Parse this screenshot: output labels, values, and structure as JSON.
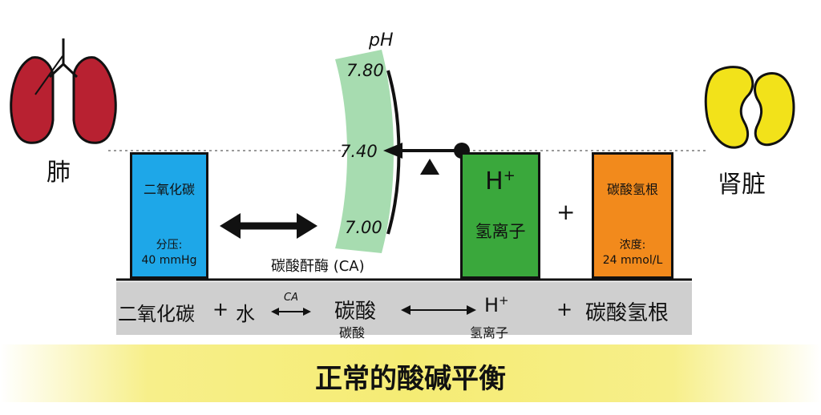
{
  "organs": {
    "lung_label": "肺",
    "kidney_label": "肾脏",
    "lung_color": "#b82131",
    "kidney_color": "#f2e21a"
  },
  "ph_scale": {
    "title": "pH",
    "ticks": [
      "7.80",
      "7.40",
      "7.00"
    ],
    "band_color": "#a7dcb0"
  },
  "boxes": {
    "co2": {
      "title": "二氧化碳",
      "sub1": "分压:",
      "sub2": "40 mmHg",
      "color": "#1ea7e8"
    },
    "hydrogen": {
      "title": "H",
      "sup": "+",
      "sub1": "氢离子",
      "color": "#3aa83c"
    },
    "bicarb": {
      "title": "碳酸氢根",
      "sub1": "浓度:",
      "sub2": "24 mmol/L",
      "color": "#f28a1c"
    }
  },
  "plus_sign": "+",
  "enzyme_label": "碳酸酐酶 (CA)",
  "equation": {
    "co2": "二氧化碳",
    "plus1": "+",
    "water": "水",
    "ca": "CA",
    "carbonic": "碳酸",
    "carbonic_sub": "碳酸",
    "h": "H",
    "h_sup": "+",
    "h_sub": "氢离子",
    "plus2": "+",
    "bicarb": "碳酸氢根"
  },
  "footer_title": "正常的酸碱平衡"
}
